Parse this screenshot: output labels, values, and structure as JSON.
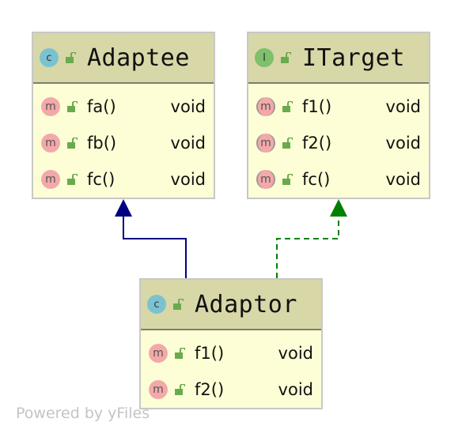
{
  "diagram": {
    "classes": [
      {
        "id": "adaptee",
        "kind_letter": "c",
        "title": "Adaptee",
        "members": [
          {
            "name": "fa()",
            "type": "void",
            "badge": "m"
          },
          {
            "name": "fb()",
            "type": "void",
            "badge": "m"
          },
          {
            "name": "fc()",
            "type": "void",
            "badge": "m"
          }
        ]
      },
      {
        "id": "itarget",
        "kind_letter": "I",
        "title": "ITarget",
        "members": [
          {
            "name": "f1()",
            "type": "void",
            "badge": "m"
          },
          {
            "name": "f2()",
            "type": "void",
            "badge": "m"
          },
          {
            "name": "fc()",
            "type": "void",
            "badge": "m"
          }
        ]
      },
      {
        "id": "adaptor",
        "kind_letter": "c",
        "title": "Adaptor",
        "members": [
          {
            "name": "f1()",
            "type": "void",
            "badge": "m"
          },
          {
            "name": "f2()",
            "type": "void",
            "badge": "m"
          }
        ]
      }
    ],
    "relations": [
      {
        "from": "Adaptor",
        "to": "Adaptee",
        "type": "inheritance",
        "style": "solid",
        "color": "#000080"
      },
      {
        "from": "Adaptor",
        "to": "ITarget",
        "type": "realization",
        "style": "dashed",
        "color": "#008000"
      }
    ]
  },
  "watermark": "Powered by yFiles"
}
